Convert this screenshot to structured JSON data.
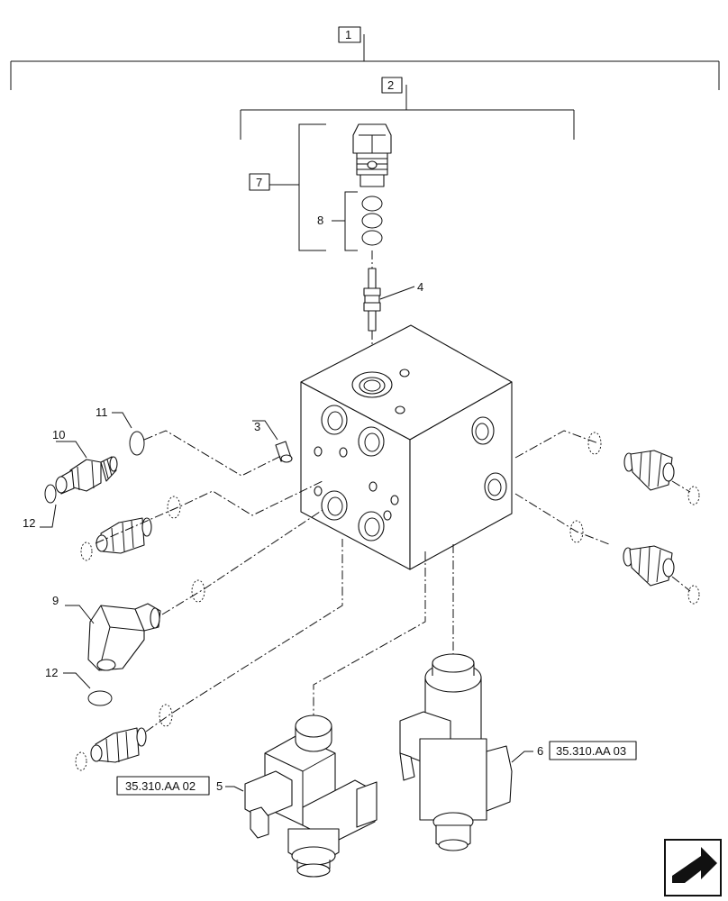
{
  "callouts": {
    "c1": "1",
    "c2": "2",
    "c3": "3",
    "c4": "4",
    "c5": "5",
    "c6": "6",
    "c7": "7",
    "c8": "8",
    "c9": "9",
    "c10": "10",
    "c11": "11",
    "c12a": "12",
    "c12b": "12"
  },
  "references": {
    "ref_left": "35.310.AA 02",
    "ref_right": "35.310.AA 03"
  },
  "icons": {
    "nav": "next-page-arrow-icon"
  }
}
